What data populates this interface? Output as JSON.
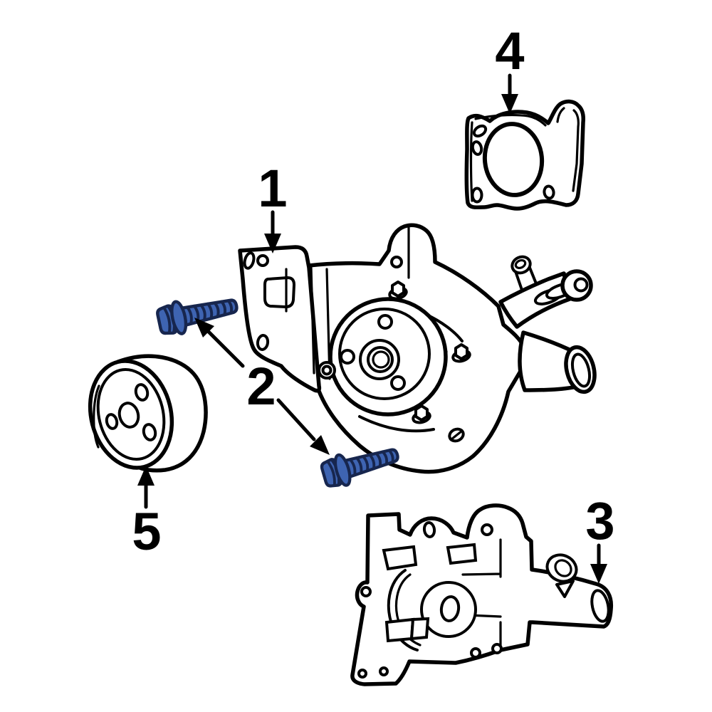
{
  "figure": {
    "type": "exploded-parts-diagram",
    "subject": "engine-water-pump-assembly",
    "background_color": "#ffffff",
    "line_color": "#000000",
    "highlight_fill": "#3E64B2",
    "highlight_outline": "#17264E"
  },
  "callouts": [
    {
      "label": "1",
      "part": "water-pump-and-bracket-assembly"
    },
    {
      "label": "2",
      "part": "water-pump-mounting-bolts",
      "highlighted": true
    },
    {
      "label": "3",
      "part": "water-outlet-thermostat-housing"
    },
    {
      "label": "4",
      "part": "water-pump-gasket"
    },
    {
      "label": "5",
      "part": "water-pump-pulley"
    }
  ]
}
